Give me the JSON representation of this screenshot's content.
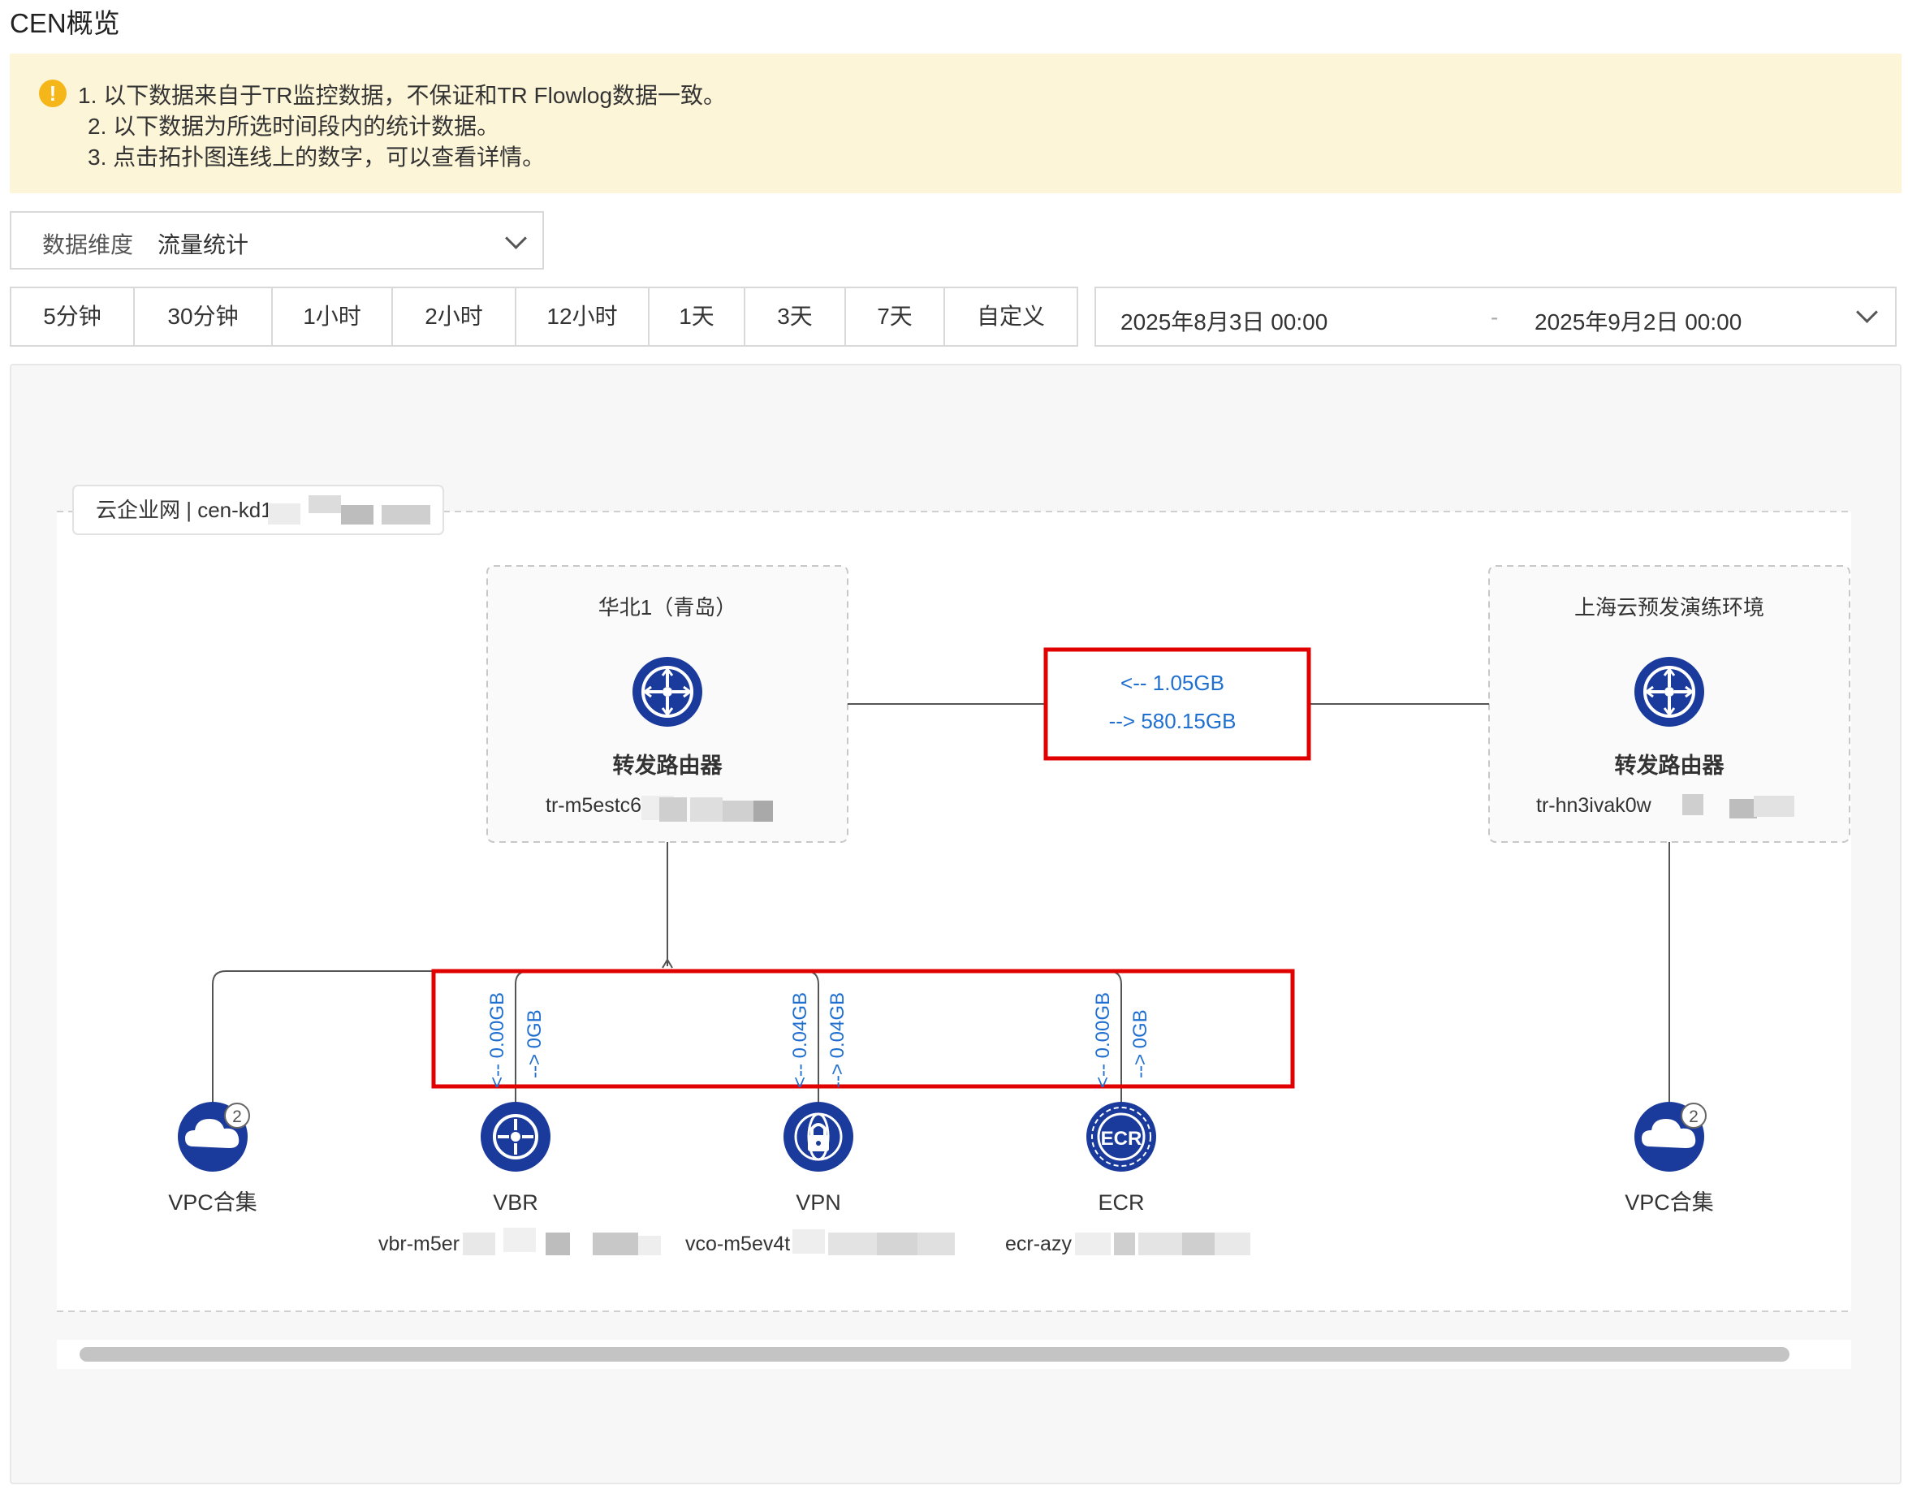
{
  "page": {
    "title": "CEN概览"
  },
  "notice": {
    "lines": [
      "1. 以下数据来自于TR监控数据，不保证和TR Flowlog数据一致。",
      "2. 以下数据为所选时间段内的统计数据。",
      "3. 点击拓扑图连线上的数字，可以查看详情。"
    ]
  },
  "dimension": {
    "label": "数据维度",
    "value": "流量统计"
  },
  "time_buttons": [
    "5分钟",
    "30分钟",
    "1小时",
    "2小时",
    "12小时",
    "1天",
    "3天",
    "7天",
    "自定义"
  ],
  "date_range": {
    "start": "2025年8月3日 00:00",
    "separator": "-",
    "end": "2025年9月2日 00:00"
  },
  "topology": {
    "cen_label": "云企业网 | cen-kd1",
    "regions": [
      {
        "name": "华北1（青岛）",
        "router_type": "转发路由器",
        "router_id": "tr-m5estc6"
      },
      {
        "name": "上海云预发演练环境",
        "router_type": "转发路由器",
        "router_id": "tr-hn3ivak0w"
      }
    ],
    "inter_region_traffic": {
      "in": "<-- 1.05GB",
      "out": "--> 580.15GB"
    },
    "attachments": [
      {
        "name": "VPC合集",
        "id": "",
        "badge": "2",
        "icon": "cloud-icon"
      },
      {
        "name": "VBR",
        "id": "vbr-m5er",
        "in": "<-- 0.00GB",
        "out": "--> 0GB",
        "icon": "router-icon"
      },
      {
        "name": "VPN",
        "id": "vco-m5ev4t",
        "in": "<-- 0.04GB",
        "out": "--> 0.04GB",
        "icon": "lock-globe-icon"
      },
      {
        "name": "ECR",
        "id": "ecr-azy",
        "in": "<-- 0.00GB",
        "out": "--> 0GB",
        "icon": "ecr-icon"
      },
      {
        "name": "VPC合集",
        "id": "",
        "badge": "2",
        "icon": "cloud-icon"
      }
    ],
    "icon_text": {
      "ecr": "ECR"
    }
  },
  "colors": {
    "node_blue": "#1a3a9c",
    "link_blue": "#1f6fd1",
    "highlight_red": "#e00000",
    "notice_bg": "#fdf5d8"
  }
}
